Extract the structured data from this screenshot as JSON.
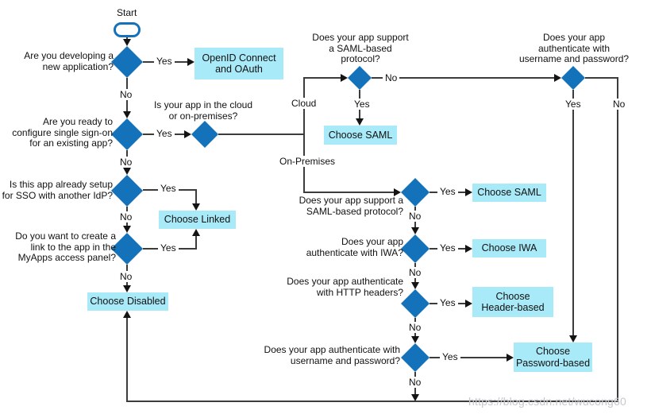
{
  "diagram": {
    "start": "Start",
    "labels": {
      "yes": "Yes",
      "no": "No",
      "cloud": "Cloud",
      "on_premises": "On-Premises"
    },
    "questions": {
      "new_application": "Are you developing a\nnew application?",
      "configure_sso": "Are you ready to\nconfigure single sign-on\nfor an existing app?",
      "sso_other_idp": "Is this app already setup\nfor SSO with another IdP?",
      "myapps_link": "Do you want to create a\nlink to the app in the\nMyApps access panel?",
      "cloud_or_onprem": "Is your app in the cloud\nor on-premises?",
      "saml_cloud": "Does your app support\na SAML-based\nprotocol?",
      "userpass_cloud": "Does your app\nauthenticate with\nusername and password?",
      "saml_onprem": "Does your app support a\nSAML-based protocol?",
      "iwa": "Does your app\nauthenticate with IWA?",
      "http_headers": "Does your app authenticate\nwith HTTP headers?",
      "userpass_onprem": "Does your app authenticate with\nusername and password?"
    },
    "results": {
      "openid_oauth": "OpenID Connect\nand OAuth",
      "choose_saml_cloud": "Choose SAML",
      "choose_linked": "Choose Linked",
      "choose_disabled": "Choose Disabled",
      "choose_saml_onprem": "Choose SAML",
      "choose_iwa": "Choose IWA",
      "choose_header": "Choose\nHeader-based",
      "choose_password": "Choose\nPassword-based"
    },
    "watermark": "https://blog.csdn.net/wucong60",
    "colors": {
      "diamond": "#1372BA",
      "result_box": "#A9EAF8",
      "start_border": "#1372BA",
      "connector": "#3c3c3c",
      "watermark": "#c7c7cc"
    }
  }
}
